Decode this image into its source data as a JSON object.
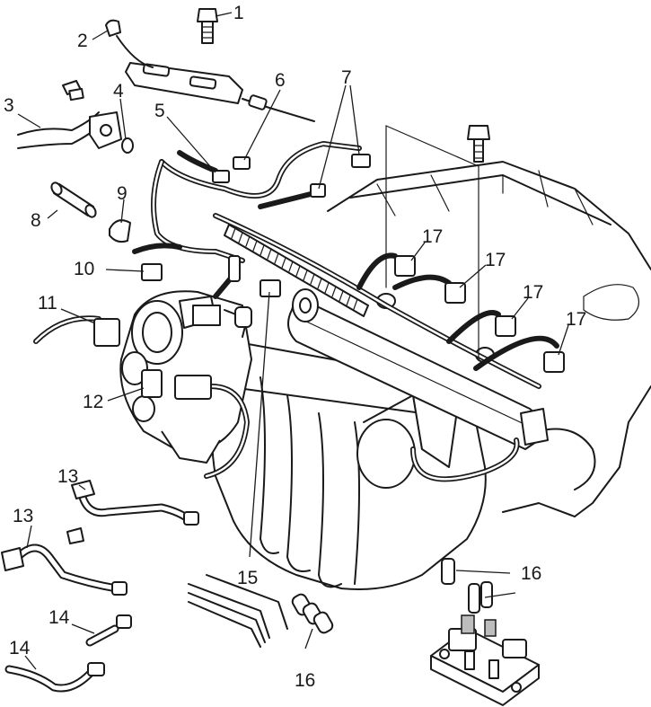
{
  "callouts": {
    "c1": "1",
    "c2": "2",
    "c3": "3",
    "c4": "4",
    "c5": "5",
    "c6": "6",
    "c7": "7",
    "c8": "8",
    "c9": "9",
    "c10": "10",
    "c11": "11",
    "c12": "12",
    "c13a": "13",
    "c13b": "13",
    "c14a": "14",
    "c14b": "14",
    "c15": "15",
    "c16a": "16",
    "c16b": "16",
    "c17a": "17",
    "c17b": "17",
    "c17c": "17",
    "c17d": "17"
  },
  "colors": {
    "line": "#1a1a1a",
    "shade": "#bdbdbd",
    "background": "#ffffff"
  }
}
